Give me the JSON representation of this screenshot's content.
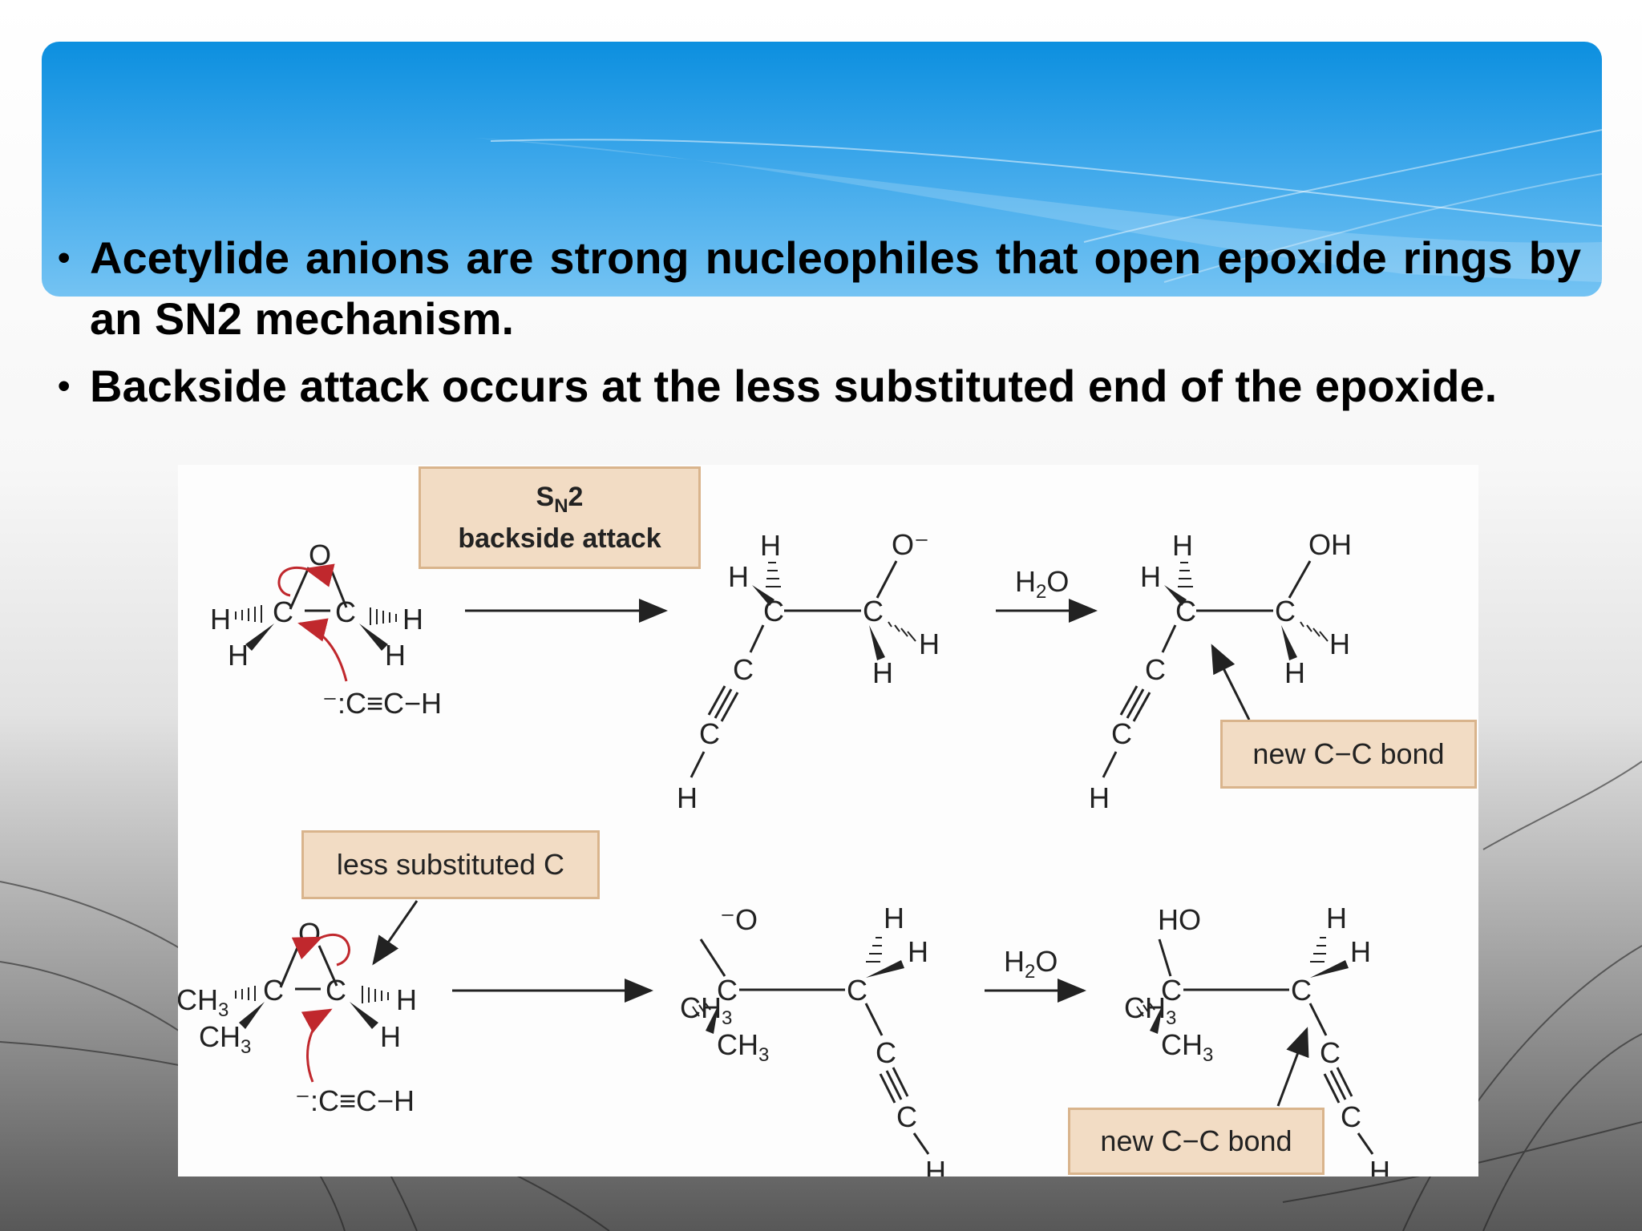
{
  "bullets": [
    {
      "text": "Acetylide anions are strong nucleophiles that open epoxide rings by an SN2 mechanism."
    },
    {
      "text": "Backside attack occurs at the less substituted end of the epoxide."
    }
  ],
  "figure": {
    "label_sn2_main": "S",
    "label_sn2_sub": "N",
    "label_sn2_tail": "2",
    "label_backside": "backside attack",
    "label_less_substituted": "less substituted C",
    "label_new_bond_top": "new C−C bond",
    "label_new_bond_bottom": "new C−C bond",
    "reagent_h2o_top_main": "H",
    "reagent_h2o_top_sub": "2",
    "reagent_h2o_top_tail": "O",
    "reagent_h2o_bottom_main": "H",
    "reagent_h2o_bottom_sub": "2",
    "reagent_h2o_bottom_tail": "O",
    "nucleophile_top": "⁻:C≡C−H",
    "nucleophile_bottom": "⁻:C≡C−H",
    "atoms": {
      "O": "O",
      "C": "C",
      "H": "H",
      "CH": "CH",
      "sub3": "3",
      "O_minus": "O⁻",
      "minus_O": "⁻O",
      "OH": "OH",
      "HO": "HO"
    }
  },
  "colors": {
    "banner_top": "#0c8fdf",
    "banner_bottom": "#74c3f3",
    "arrow_red": "#c0282d",
    "label_fill": "#f2dcc4",
    "label_border": "#d9b48c"
  }
}
